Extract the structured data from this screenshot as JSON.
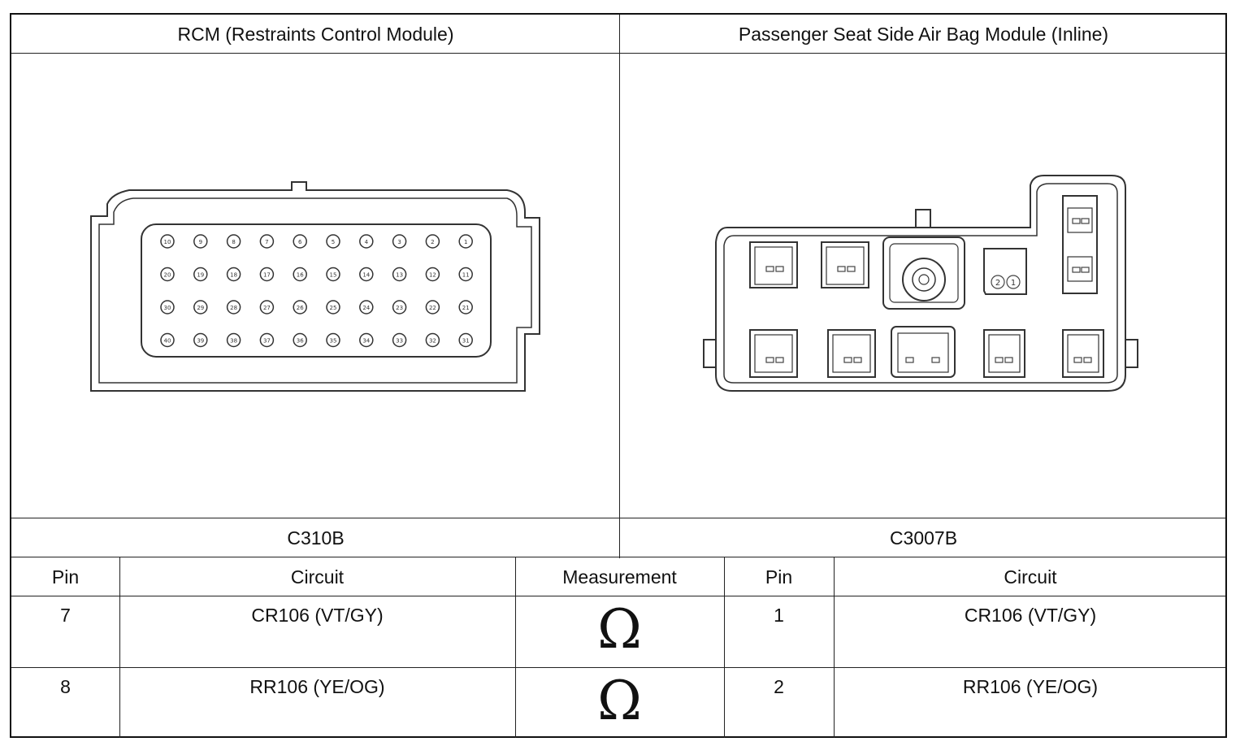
{
  "headers": {
    "left_title": "RCM (Restraints Control Module)",
    "right_title": "Passenger Seat Side Air Bag Module (Inline)"
  },
  "connectors": {
    "left_id": "C310B",
    "right_id": "C3007B"
  },
  "rcm_connector": {
    "rows": 4,
    "cols": 10,
    "pin_labels": [
      [
        "10",
        "9",
        "8",
        "7",
        "6",
        "5",
        "4",
        "3",
        "2",
        "1"
      ],
      [
        "20",
        "19",
        "18",
        "17",
        "16",
        "15",
        "14",
        "13",
        "12",
        "11"
      ],
      [
        "30",
        "29",
        "28",
        "27",
        "26",
        "25",
        "24",
        "23",
        "22",
        "21"
      ],
      [
        "40",
        "39",
        "38",
        "37",
        "36",
        "35",
        "34",
        "33",
        "32",
        "31"
      ]
    ]
  },
  "inline_connector": {
    "small_pin_labels": [
      "2",
      "1"
    ]
  },
  "table": {
    "columns": [
      "Pin",
      "Circuit",
      "Measurement",
      "Pin",
      "Circuit"
    ],
    "rows": [
      {
        "pin_a": "7",
        "circuit_a": "CR106 (VT/GY)",
        "measurement": "Ω",
        "pin_b": "1",
        "circuit_b": "CR106 (VT/GY)"
      },
      {
        "pin_a": "8",
        "circuit_a": "RR106 (YE/OG)",
        "measurement": "Ω",
        "pin_b": "2",
        "circuit_b": "RR106 (YE/OG)"
      }
    ]
  }
}
